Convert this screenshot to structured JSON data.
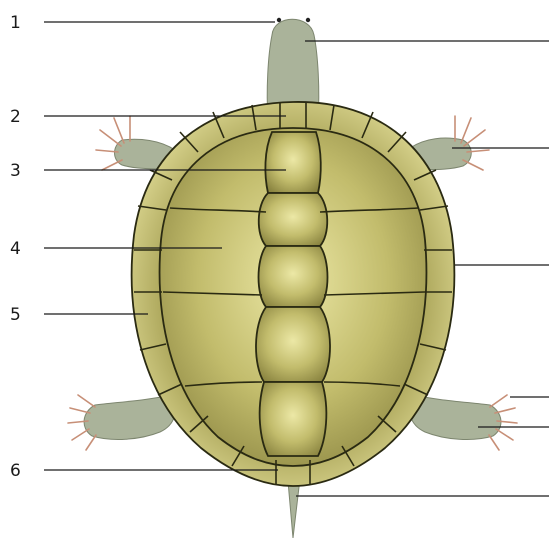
{
  "labels": [
    {
      "id": "1",
      "text": "1"
    },
    {
      "id": "2",
      "text": "2"
    },
    {
      "id": "3",
      "text": "3"
    },
    {
      "id": "4",
      "text": "4"
    },
    {
      "id": "5",
      "text": "5"
    },
    {
      "id": "6",
      "text": "6"
    }
  ],
  "colors": {
    "shell_light": "#ece8a6",
    "shell_mid": "#c2bc6c",
    "shell_dark": "#8a8440",
    "skin": "#aab39a",
    "claw": "#c78f77",
    "seam": "#2a2a12",
    "line": "#1a1a1a"
  }
}
